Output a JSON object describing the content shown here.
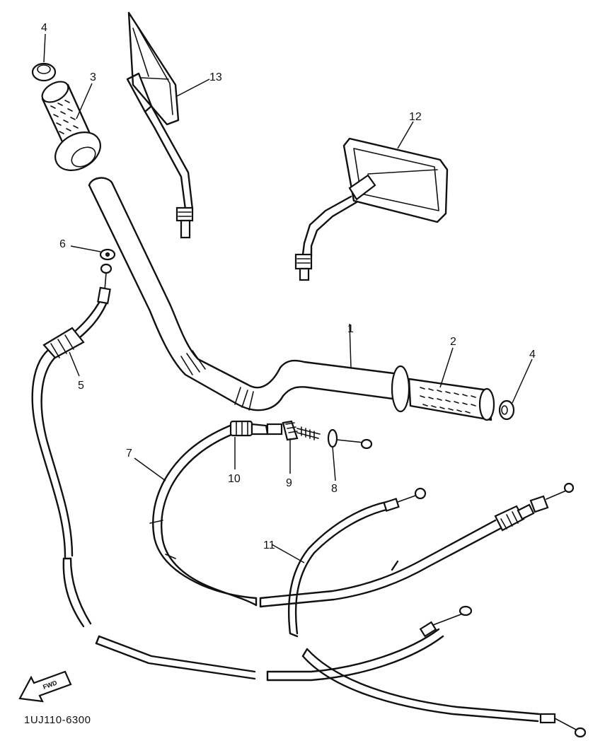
{
  "callouts": {
    "c1": "1",
    "c2": "2",
    "c3": "3",
    "c4a": "4",
    "c4b": "4",
    "c5": "5",
    "c6": "6",
    "c7": "7",
    "c8": "8",
    "c9": "9",
    "c10": "10",
    "c11": "11",
    "c12": "12",
    "c13": "13"
  },
  "fwd_label": "FWD",
  "diagram_code": "1UJ110-6300"
}
